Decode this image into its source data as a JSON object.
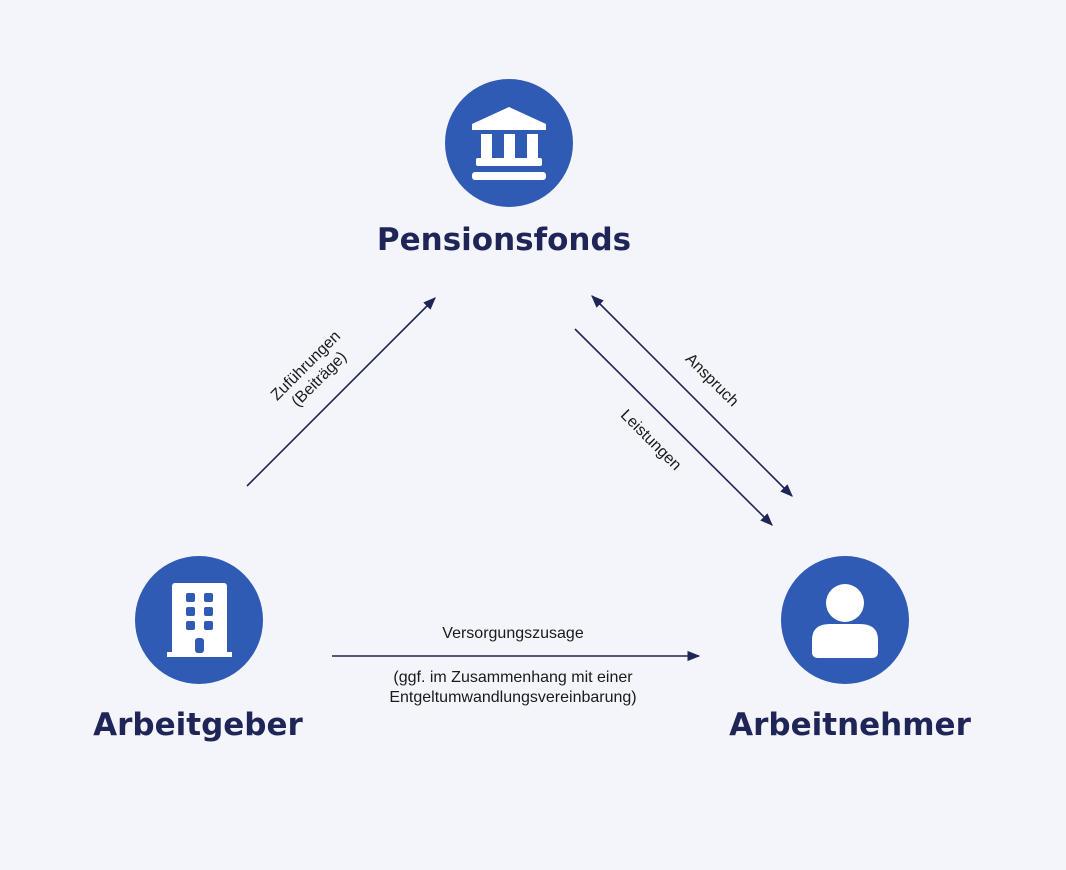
{
  "nodes": {
    "pensionsfonds": "Pensionsfonds",
    "arbeitgeber": "Arbeitgeber",
    "arbeitnehmer": "Arbeitnehmer"
  },
  "edges": {
    "zufuehrungen_line1": "Zuführungen",
    "zufuehrungen_line2": "(Beiträge)",
    "anspruch": "Anspruch",
    "leistungen": "Leistungen",
    "versorgungszusage": "Versorgungszusage",
    "versorgung_note1": "(ggf. im Zusammenhang mit einer",
    "versorgung_note2": "Entgeltumwandlungsvereinbarung)"
  },
  "colors": {
    "circle": "#2f5bb5",
    "title": "#1f2557",
    "arrow": "#1f2557",
    "background": "#f3f5fa"
  }
}
